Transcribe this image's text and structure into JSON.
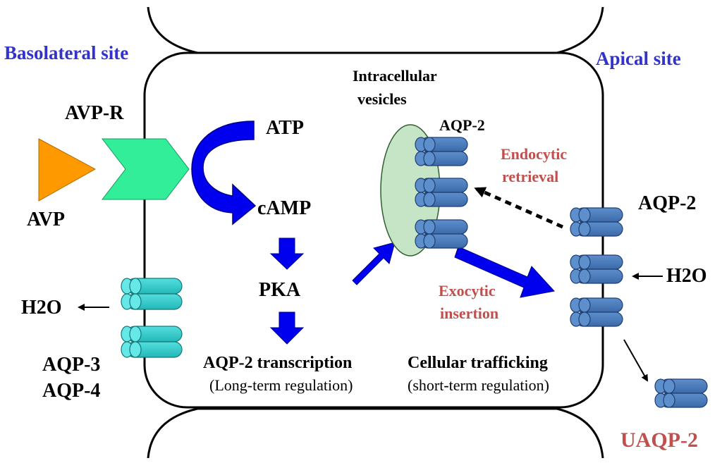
{
  "sites": {
    "basolateral": "Basolateral site",
    "apical": "Apical site"
  },
  "receptor": {
    "avp_r": "AVP-R",
    "avp": "AVP"
  },
  "signaling": {
    "atp": "ATP",
    "camp": "cAMP",
    "pka": "PKA"
  },
  "vesicles": {
    "line1": "Intracellular",
    "line2": "vesicles"
  },
  "aqp2_labels": {
    "vesicle": "AQP-2",
    "apical": "AQP-2",
    "urinary": "UAQP-2"
  },
  "water": {
    "basolateral": "H2O",
    "apical": "H2O"
  },
  "basolateral_channels": {
    "aqp3": "AQP-3",
    "aqp4": "AQP-4"
  },
  "processes": {
    "endocytic_1": "Endocytic",
    "endocytic_2": "retrieval",
    "exocytic_1": "Exocytic",
    "exocytic_2": "insertion"
  },
  "bottom": {
    "transcription": "AQP-2 transcription",
    "transcription_note": "(Long-term regulation)",
    "trafficking": "Cellular trafficking",
    "trafficking_note": "(short-term regulation)"
  },
  "colors": {
    "site_label": "#3333cc",
    "process_label": "#c0504d",
    "avp": "#ff9900",
    "receptor": "#33ee99",
    "arrow": "#0000ee",
    "aqp2_channel": "#4a7ebb",
    "aqp34_channel": "#33cccc",
    "vesicle": "#c6e5c6"
  }
}
